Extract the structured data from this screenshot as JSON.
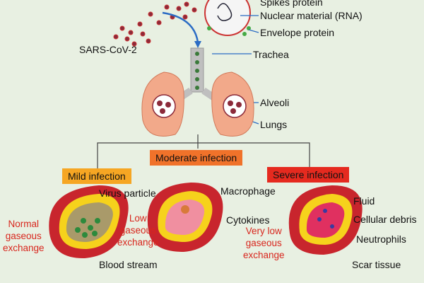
{
  "virus_labels": {
    "spikes_protein": "Spikes protein",
    "nuclear_material": "Nuclear material (RNA)",
    "envelope_protein": "Envelope protein",
    "virus_name": "SARS-CoV-2"
  },
  "lung_labels": {
    "trachea": "Trachea",
    "alveoli": "Alveoli",
    "lungs": "Lungs"
  },
  "stages": {
    "mild": {
      "badge": "Mild infection",
      "badge_color": "#f6a623",
      "exchange": "Normal\ngaseous\nexchange",
      "labels": [
        "Virus particle",
        "Blood stream"
      ]
    },
    "moderate": {
      "badge": "Moderate infection",
      "badge_color": "#f0722a",
      "exchange": "Low\ngaseous\nexchange",
      "labels": [
        "Macrophage",
        "Cytokines"
      ]
    },
    "severe": {
      "badge": "Severe infection",
      "badge_color": "#e52a1f",
      "exchange": "Very low\ngaseous\nexchange",
      "labels": [
        "Fluid",
        "Cellular debris",
        "Neutrophils",
        "Scar tissue"
      ]
    }
  },
  "colors": {
    "background": "#e8f0e2",
    "lung": "#f2a98a",
    "artery_wall": "#c8252d",
    "yellow_layer": "#f6d21c",
    "arrow": "#2b6cc4",
    "exchange_text": "#d8261d"
  }
}
